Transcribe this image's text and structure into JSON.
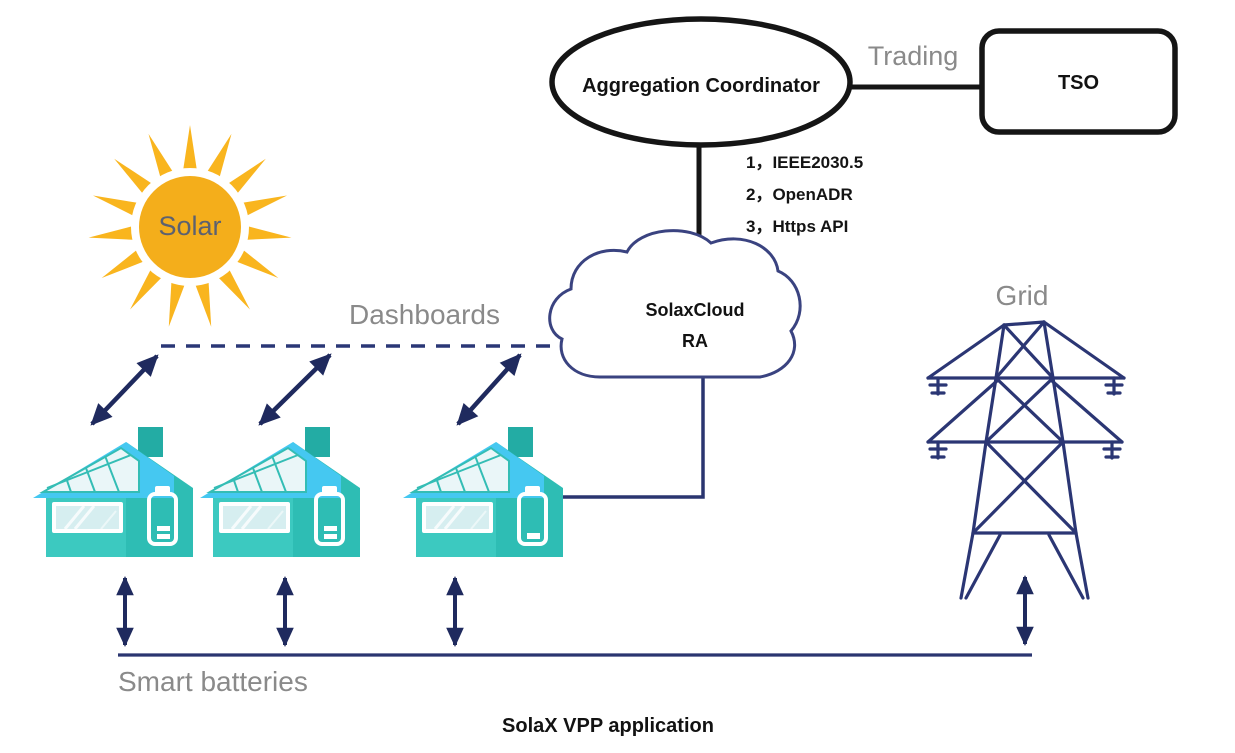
{
  "caption": "SolaX VPP application",
  "coordinator": {
    "label": "Aggregation Coordinator"
  },
  "trading": {
    "label": "Trading"
  },
  "tso": {
    "label": "TSO"
  },
  "protocols": [
    "1，IEEE2030.5",
    "2，OpenADR",
    "3，Https API"
  ],
  "cloud": {
    "name": "SolaxCloud",
    "sub": "RA"
  },
  "sun": {
    "label": "Solar"
  },
  "dashboards": {
    "label": "Dashboards"
  },
  "grid": {
    "label": "Grid"
  },
  "smart_batteries": {
    "label": "Smart batteries"
  },
  "houses": [
    {
      "name": "house-1",
      "battery_bars": 2
    },
    {
      "name": "house-2",
      "battery_bars": 2
    },
    {
      "name": "house-3",
      "battery_bars": 1
    }
  ],
  "colors": {
    "line_black": "#151515",
    "navy": "#27316E",
    "arrow_navy": "#1F2A5E",
    "gray_label": "#8A8A8A",
    "sun_ray": "#F9B51E",
    "sun_core": "#F4AE1B",
    "house_gable": "#2EBDB4",
    "house_front": "#3CC9C0",
    "roof_blue": "#45C8F1",
    "panel_fill": "#EAF6F8"
  }
}
